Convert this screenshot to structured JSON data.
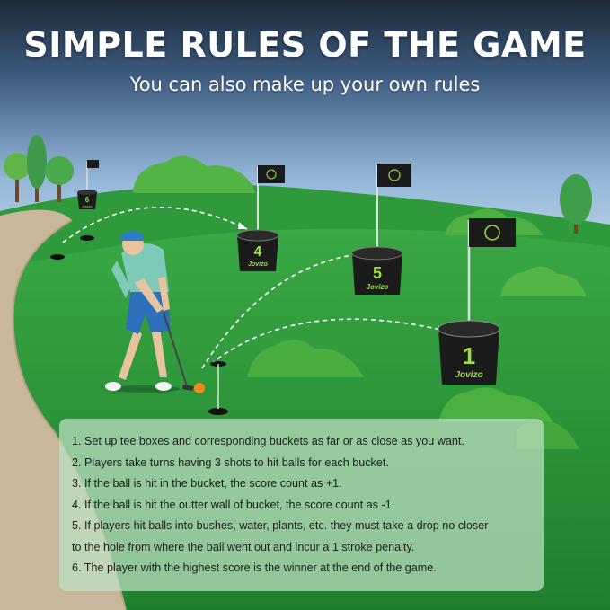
{
  "header": {
    "title": "SIMPLE RULES OF THE GAME",
    "subtitle": "You can also make up your own rules"
  },
  "buckets": [
    {
      "number": "6",
      "brand": "Jovizo"
    },
    {
      "number": "4",
      "brand": "Jovizo"
    },
    {
      "number": "5",
      "brand": "Jovizo"
    },
    {
      "number": "1",
      "brand": "Jovizo"
    }
  ],
  "rules": [
    "1. Set up tee boxes and corresponding buckets as far or as close as you want.",
    "2. Players take turns having 3 shots to hit balls for each bucket.",
    "3. If the ball is hit in the bucket, the score count as +1.",
    "4. If the ball is hit the outter wall of bucket, the score count as -1.",
    "5. If players hit balls into bushes, water, plants, etc. they must take a drop no closer",
    "to the hole from where the ball went out and incur a 1 stroke penalty.",
    "6. The player with the highest score is the winner at the end of the game."
  ],
  "colors": {
    "sky_top": "#1d2a3a",
    "sky_bottom": "#cfe0f0",
    "grass": "#2f9b3a",
    "grass_dark": "#1f7a2c",
    "path": "#c8b59a",
    "accent_green": "#9be03a",
    "bucket": "#1b1b1b",
    "ball": "#f08a1c"
  }
}
